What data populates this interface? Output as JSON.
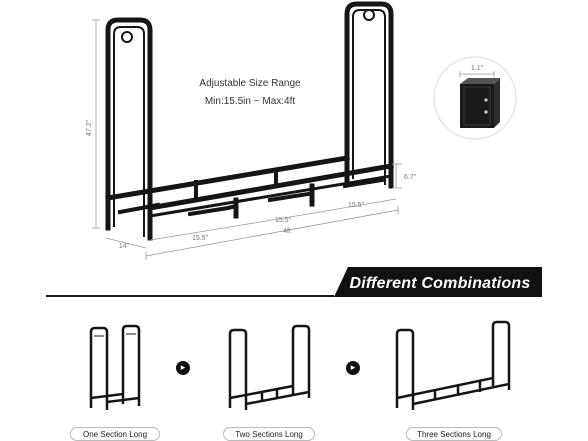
{
  "callout": {
    "line1": "Adjustable Size Range",
    "line2": "Min:15.5in ~ Max:4ft"
  },
  "dimensions": {
    "height": "47.2\"",
    "depth": "14\"",
    "section1": "15.5\"",
    "section2": "15.5\"",
    "section3": "15.5\"",
    "total_length": "4ft",
    "base_height": "6.7\"",
    "tube_width": "1.1\""
  },
  "banner": {
    "title": "Different Combinations"
  },
  "combinations": [
    {
      "label": "One Section Long"
    },
    {
      "label": "Two Sections Long"
    },
    {
      "label": "Three Sections Long"
    }
  ],
  "icons": {
    "arrow": "chevron-right-icon"
  },
  "colors": {
    "rack": "#151515",
    "banner": "#111111",
    "divider": "#1a1a1a"
  }
}
